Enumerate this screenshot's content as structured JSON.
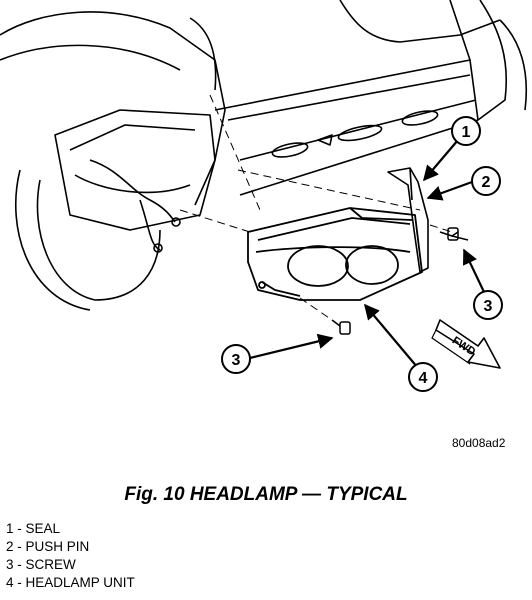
{
  "figure": {
    "code": "80d08ad2",
    "caption": "Fig. 10 HEADLAMP — TYPICAL",
    "fwd_label": "FWD"
  },
  "callouts": [
    {
      "number": "1",
      "part": "SEAL"
    },
    {
      "number": "2",
      "part": "PUSH PIN"
    },
    {
      "number": "3",
      "part": "SCREW"
    },
    {
      "number": "4",
      "part": "HEADLAMP UNIT"
    }
  ],
  "legend": [
    "1 - SEAL",
    "2 - PUSH PIN",
    "3 - SCREW",
    "4 - HEADLAMP UNIT"
  ]
}
